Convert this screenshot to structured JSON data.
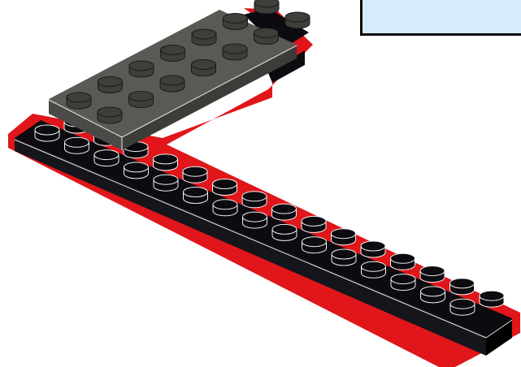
{
  "scene": {
    "description_free": true,
    "long_plate": {
      "studs_long": 16,
      "studs_wide": 2,
      "color": "#0b0b10",
      "outline_color": "#e0161a"
    },
    "short_plate": {
      "studs_long": 7,
      "studs_wide": 2,
      "color": "#5a5a55",
      "outline_color": "#e0161a"
    },
    "stud_edge_color": "#f2f2f2",
    "callout_color": "#d6ecfb"
  }
}
